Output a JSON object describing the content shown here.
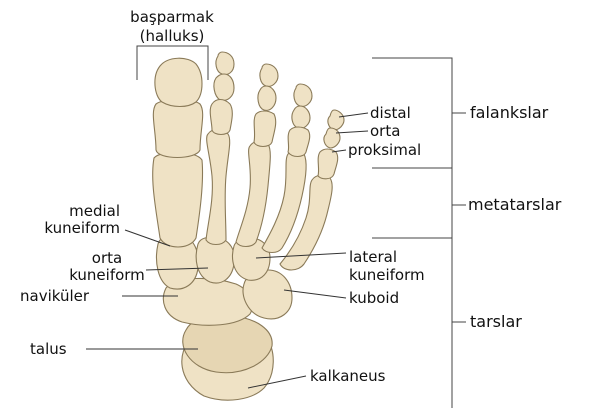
{
  "colors": {
    "bone": "#efe2c5",
    "bone_shade": "#e6d6b3",
    "outline": "#8a7a58",
    "text": "#111111"
  },
  "labels": {
    "hallux_line1": "başparmak",
    "hallux_line2": "(halluks)",
    "distal": "distal",
    "orta_phalanx": "orta",
    "proksimal": "proksimal",
    "medial_line1": "medial",
    "medial_line2": "kuneiform",
    "orta_line1": "orta",
    "orta_line2": "kuneiform",
    "navikuler": "naviküler",
    "lateral_line1": "lateral",
    "lateral_line2": "kuneiform",
    "kuboid": "kuboid",
    "talus": "talus",
    "kalkaneus": "kalkaneus"
  },
  "groups": {
    "falankslar": "falankslar",
    "metatarslar": "metatarslar",
    "tarslar": "tarslar"
  }
}
